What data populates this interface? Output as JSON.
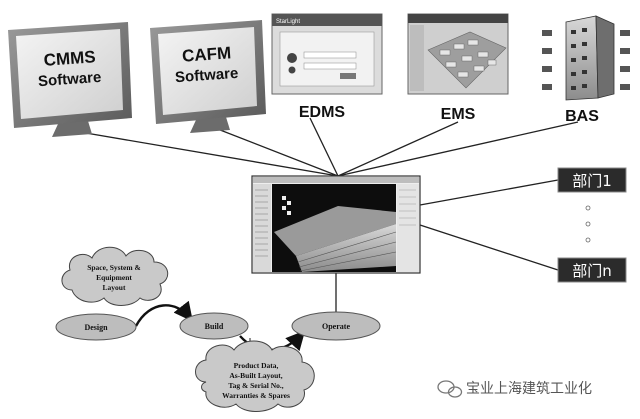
{
  "monitors": {
    "cmms": {
      "line1": "CMMS",
      "line2": "Software"
    },
    "cafm": {
      "line1": "CAFM",
      "line2": "Software"
    }
  },
  "systems": {
    "edms": {
      "label": "EDMS",
      "window_title": "StarLight"
    },
    "ems": {
      "label": "EMS"
    },
    "bas": {
      "label": "BAS"
    }
  },
  "departments": {
    "first": "部门1",
    "last": "部门n",
    "ellipsis_dots": 3
  },
  "lifecycle": {
    "cloud_top": [
      "Space, System &",
      "Equipment",
      "Layout"
    ],
    "cloud_bottom": [
      "Product Data,",
      "As-Built Layout,",
      "Tag & Serial No.,",
      "Warranties & Spares"
    ],
    "stages": {
      "design": "Design",
      "build": "Build",
      "operate": "Operate"
    }
  },
  "watermark": {
    "text": "宝业上海建筑工业化"
  },
  "colors": {
    "line": "#222222",
    "dept_box": "#2b2b2b",
    "cloud_fill": "#c9c9c9",
    "ellipse_fill": "#bdbdbd",
    "monitor_screen": "#e9e9e9",
    "monitor_frame": "#7a7a7a"
  }
}
